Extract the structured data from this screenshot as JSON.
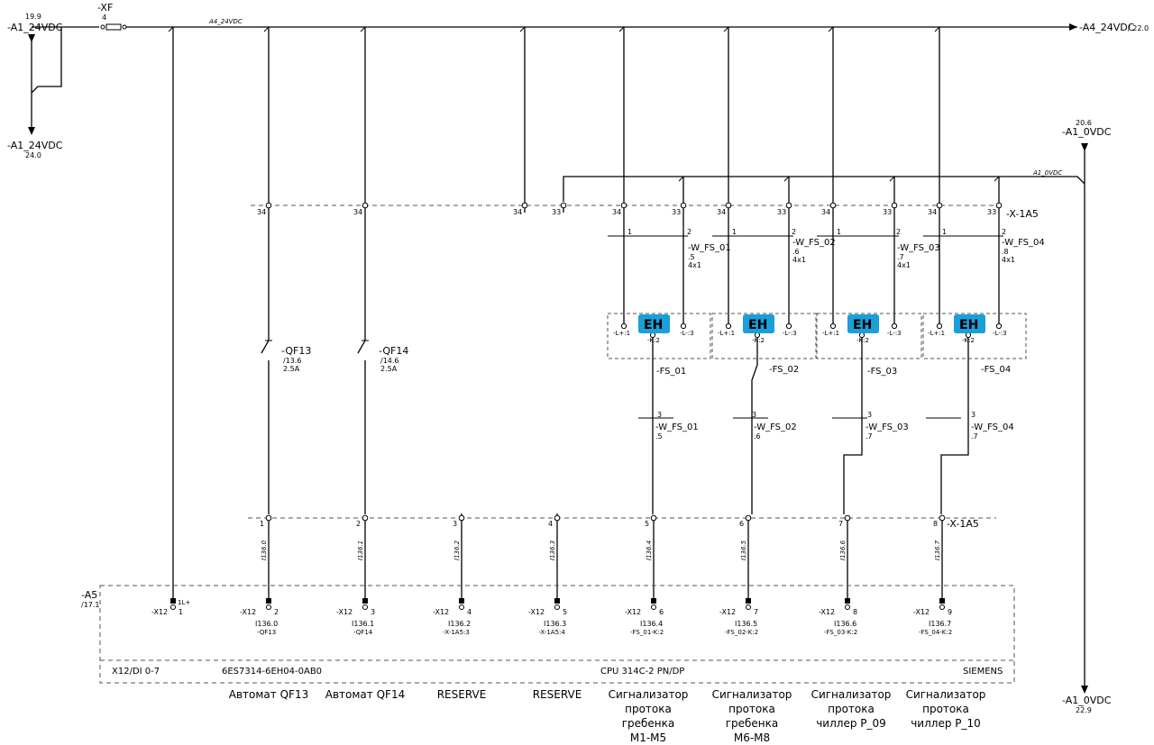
{
  "supply": {
    "ref_left_top": "19.9",
    "net_left_top": "-A1_24VDC",
    "net_left_bottom": "-A1_24VDC",
    "ref_left_bottom": "24.0",
    "fuse_name": "-XF",
    "fuse_pin": "4",
    "rail_label": "A4_24VDC",
    "net_right_top": "-A4_24VDC",
    "ref_right_top": "/ 22.0",
    "ref_0v_top": "20.6",
    "net_0v_top": "-A1_0VDC",
    "rail_0v_label": "A1_0VDC",
    "net_0v_bottom": "-A1_0VDC",
    "ref_0v_bottom": "22.9"
  },
  "terminal_strip_top": {
    "name": "-X-1A5",
    "pins": [
      "34",
      "34",
      "34",
      "33",
      "34",
      "33",
      "34",
      "33",
      "34",
      "33",
      "34",
      "33"
    ]
  },
  "breakers": [
    {
      "name": "-QF13",
      "ref": "/13.6",
      "rating": "2.5A"
    },
    {
      "name": "-QF14",
      "ref": "/14.6",
      "rating": "2.5A"
    }
  ],
  "flow_switches": [
    {
      "cable": "-W_FS_01",
      "cable_ref": ".5",
      "cable_type": "4x1",
      "core1": "1",
      "core2": "2",
      "core3": "3",
      "pin_l_plus": "-L+:1",
      "pin_l_minus": "-L-:3",
      "pin_k": "-K:2",
      "name": "-FS_01",
      "cable_low": "-W_FS_01",
      "cable_low_ref": ".5"
    },
    {
      "cable": "-W_FS_02",
      "cable_ref": ".6",
      "cable_type": "4x1",
      "core1": "1",
      "core2": "2",
      "core3": "3",
      "pin_l_plus": "-L+:1",
      "pin_l_minus": "-L-:3",
      "pin_k": "-K:2",
      "name": "-FS_02",
      "cable_low": "-W_FS_02",
      "cable_low_ref": ".6"
    },
    {
      "cable": "-W_FS_03",
      "cable_ref": ".7",
      "cable_type": "4x1",
      "core1": "1",
      "core2": "2",
      "core3": "3",
      "pin_l_plus": "-L+:1",
      "pin_l_minus": "-L-:3",
      "pin_k": "-K:2",
      "name": "-FS_03",
      "cable_low": "-W_FS_03",
      "cable_low_ref": ".7"
    },
    {
      "cable": "-W_FS_04",
      "cable_ref": ".8",
      "cable_type": "4x1",
      "core1": "1",
      "core2": "2",
      "core3": "3",
      "pin_l_plus": "-L+:1",
      "pin_l_minus": "-L-:3",
      "pin_k": "-K:2",
      "name": "-FS_04",
      "cable_low": "-W_FS_04",
      "cable_low_ref": ".7"
    }
  ],
  "terminal_strip_bottom": {
    "name": "-X-1A5",
    "pins": [
      "1",
      "2",
      "3",
      "4",
      "5",
      "6",
      "7",
      "8"
    ]
  },
  "wire_labels": [
    "I136.0",
    "I136.1",
    "I136.2",
    "I136.3",
    "I136.4",
    "I136.5",
    "I136.6",
    "I136.7"
  ],
  "module": {
    "name": "-A5",
    "ref": "/17.1",
    "power_connector": "-X12",
    "power_pin": "1",
    "power_pin_label": "1L+",
    "connector": "-X12",
    "inputs": [
      {
        "pin": "2",
        "address": "I136.0",
        "target": "-QF13"
      },
      {
        "pin": "3",
        "address": "I136.1",
        "target": "-QF14"
      },
      {
        "pin": "4",
        "address": "I136.2",
        "target": "-X-1A5:3"
      },
      {
        "pin": "5",
        "address": "I136.3",
        "target": "-X-1A5:4"
      },
      {
        "pin": "6",
        "address": "I136.4",
        "target": "-FS_01-K:2"
      },
      {
        "pin": "7",
        "address": "I136.5",
        "target": "-FS_02-K:2"
      },
      {
        "pin": "8",
        "address": "I136.6",
        "target": "-FS_03-K:2"
      },
      {
        "pin": "9",
        "address": "I136.7",
        "target": "-FS_04-K:2"
      }
    ],
    "footer_range": "X12/DI 0-7",
    "footer_part": "6ES7314-6EH04-0AB0",
    "footer_cpu": "CPU 314C-2 PN/DP",
    "footer_vendor": "SIEMENS"
  },
  "descriptions": [
    {
      "lines": [
        "Автомат QF13"
      ]
    },
    {
      "lines": [
        "Автомат QF14"
      ]
    },
    {
      "lines": [
        "RESERVE"
      ]
    },
    {
      "lines": [
        "RESERVE"
      ]
    },
    {
      "lines": [
        "Сигнализатор",
        "протока",
        "гребенка",
        "M1-M5"
      ]
    },
    {
      "lines": [
        "Сигнализатор",
        "протока",
        "гребенка",
        "M6-M8"
      ]
    },
    {
      "lines": [
        "Сигнализатор",
        "протока",
        "чиллер P_09"
      ]
    },
    {
      "lines": [
        "Сигнализатор",
        "протока",
        "чиллер P_10"
      ]
    }
  ],
  "colors": {
    "eh_logo": "#1a9fd9",
    "line": "#000000",
    "dashed": "#555555"
  },
  "icons": {
    "eh_logo": "eh-logo-icon",
    "terminal": "terminal-circle-icon",
    "arrow": "arrow-down-icon"
  }
}
